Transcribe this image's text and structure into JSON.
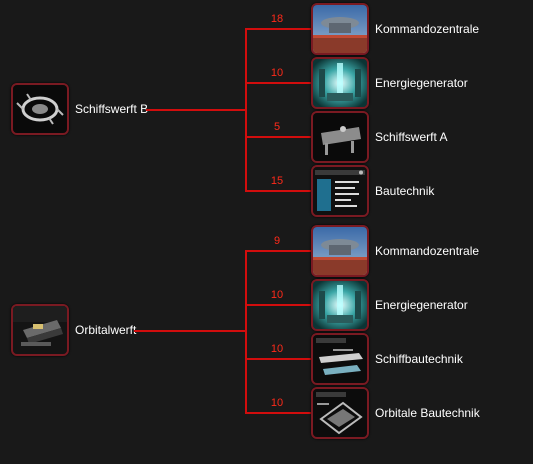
{
  "groups": [
    {
      "source": {
        "label": "Schiffswerft B",
        "icon": "shipyard-icon"
      },
      "requirements": [
        {
          "level": "18",
          "label": "Kommandozentrale",
          "icon": "command-center-icon"
        },
        {
          "level": "10",
          "label": "Energiegenerator",
          "icon": "energy-generator-icon"
        },
        {
          "level": "5",
          "label": "Schiffswerft A",
          "icon": "shipyard-a-icon"
        },
        {
          "level": "15",
          "label": "Bautechnik",
          "icon": "construction-tech-icon"
        }
      ]
    },
    {
      "source": {
        "label": "Orbitalwerft",
        "icon": "orbital-shipyard-icon"
      },
      "requirements": [
        {
          "level": "9",
          "label": "Kommandozentrale",
          "icon": "command-center-icon"
        },
        {
          "level": "10",
          "label": "Energiegenerator",
          "icon": "energy-generator-icon"
        },
        {
          "level": "10",
          "label": "Schiffbautechnik",
          "icon": "shipbuilding-tech-icon"
        },
        {
          "level": "10",
          "label": "Orbitale Bautechnik",
          "icon": "orbital-construction-tech-icon"
        }
      ]
    }
  ],
  "colors": {
    "line": "#d20d0d",
    "level_text": "#ff2a1a",
    "label_text": "#ffffff",
    "background": "#191919"
  }
}
